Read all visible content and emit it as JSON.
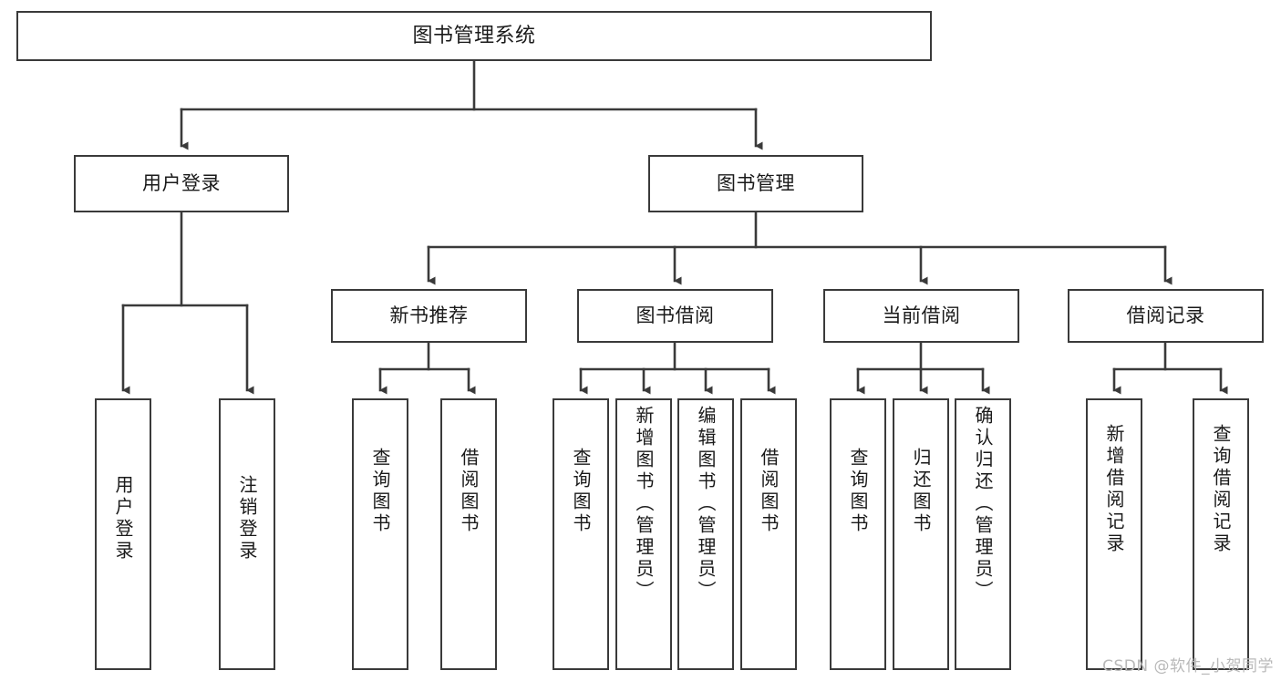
{
  "diagram": {
    "title": "图书管理系统",
    "type": "tree-hierarchy-chart",
    "watermark": "CSDN @软件_小贺同学",
    "colors": {
      "background": "#ffffff",
      "border": "#3a3a3a",
      "connector": "#3a3a3a",
      "text": "#1a1a1a",
      "watermark": "#b9b9b9"
    },
    "nodes": {
      "root": "图书管理系统",
      "level2": {
        "user_login": "用户登录",
        "book_manage": "图书管理"
      },
      "level3": {
        "new_book_recommend": "新书推荐",
        "book_borrow": "图书借阅",
        "current_borrow": "当前借阅",
        "borrow_record": "借阅记录"
      },
      "leaves": {
        "user_login_1": "用户登录",
        "user_login_2": "注销登录",
        "recommend_1": "查询图书",
        "recommend_2": "借阅图书",
        "borrow_1": "查询图书",
        "borrow_2": "新增图书（管理员）",
        "borrow_3": "编辑图书（管理员）",
        "borrow_4": "借阅图书",
        "current_1": "查询图书",
        "current_2": "归还图书",
        "current_3": "确认归还（管理员）",
        "record_1": "新增借阅记录",
        "record_2": "查询借阅记录"
      }
    }
  }
}
